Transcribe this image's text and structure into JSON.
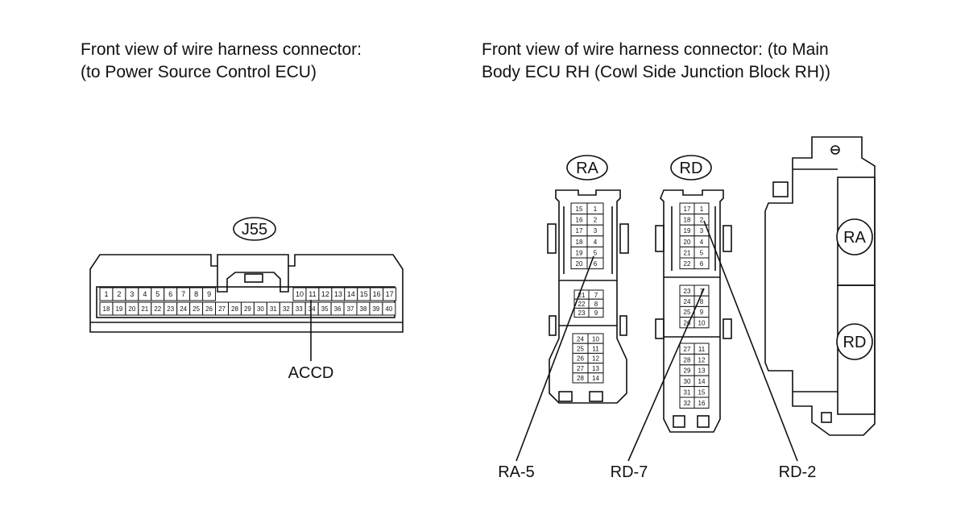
{
  "captions": {
    "left_line1": "Front view of wire harness connector:",
    "left_line2": "(to Power Source Control ECU)",
    "right_line1": "Front view of wire harness connector: (to Main",
    "right_line2": "Body ECU RH (Cowl Side Junction Block RH))"
  },
  "connectors": {
    "j55": {
      "label": "J55",
      "row1_left": [
        "1",
        "2",
        "3",
        "4",
        "5",
        "6",
        "7",
        "8",
        "9"
      ],
      "row1_right": [
        "10",
        "11",
        "12",
        "13",
        "14",
        "15",
        "16",
        "17"
      ],
      "row2": [
        "18",
        "19",
        "20",
        "21",
        "22",
        "23",
        "24",
        "25",
        "26",
        "27",
        "28",
        "29",
        "30",
        "31",
        "32",
        "33",
        "34",
        "35",
        "36",
        "37",
        "38",
        "39",
        "40"
      ]
    },
    "ra": {
      "label": "RA",
      "top_block": [
        [
          "15",
          "1"
        ],
        [
          "16",
          "2"
        ],
        [
          "17",
          "3"
        ],
        [
          "18",
          "4"
        ],
        [
          "19",
          "5"
        ],
        [
          "20",
          "6"
        ]
      ],
      "mid_block": [
        [
          "21",
          "7"
        ],
        [
          "22",
          "8"
        ],
        [
          "23",
          "9"
        ]
      ],
      "bot_block": [
        [
          "24",
          "10"
        ],
        [
          "25",
          "11"
        ],
        [
          "26",
          "12"
        ],
        [
          "27",
          "13"
        ],
        [
          "28",
          "14"
        ]
      ]
    },
    "rd": {
      "label": "RD",
      "top_block": [
        [
          "17",
          "1"
        ],
        [
          "18",
          "2"
        ],
        [
          "19",
          "3"
        ],
        [
          "20",
          "4"
        ],
        [
          "21",
          "5"
        ],
        [
          "22",
          "6"
        ]
      ],
      "mid_block": [
        [
          "23",
          "7"
        ],
        [
          "24",
          "8"
        ],
        [
          "25",
          "9"
        ],
        [
          "26",
          "10"
        ]
      ],
      "bot_block": [
        [
          "27",
          "11"
        ],
        [
          "28",
          "12"
        ],
        [
          "29",
          "13"
        ],
        [
          "30",
          "14"
        ],
        [
          "31",
          "15"
        ],
        [
          "32",
          "16"
        ]
      ]
    },
    "ecu": {
      "label_ra": "RA",
      "label_rd": "RD"
    }
  },
  "callouts": {
    "accd": "ACCD",
    "ra5": "RA-5",
    "rd7": "RD-7",
    "rd2": "RD-2"
  }
}
